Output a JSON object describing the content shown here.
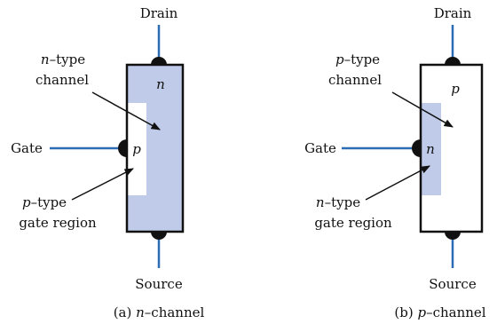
{
  "colors": {
    "wire": "#2a6db5",
    "body_outline": "#111111",
    "shaded": "#bfcbe8",
    "contact": "#111111",
    "arrow": "#111111",
    "background": "#ffffff"
  },
  "panels": {
    "a": {
      "terminal_drain": "Drain",
      "terminal_source": "Source",
      "terminal_gate": "Gate",
      "body_letter": "n",
      "gate_letter": "p",
      "channel_label": {
        "type_letter": "n",
        "type_rest": "–type",
        "line2": "channel"
      },
      "gate_region_label": {
        "type_letter": "p",
        "type_rest": "–type",
        "line2": "gate region"
      },
      "caption": {
        "prefix": "(a) ",
        "type_letter": "n",
        "suffix": "–channel"
      }
    },
    "b": {
      "terminal_drain": "Drain",
      "terminal_source": "Source",
      "terminal_gate": "Gate",
      "body_letter": "p",
      "gate_letter": "n",
      "channel_label": {
        "type_letter": "p",
        "type_rest": "–type",
        "line2": "channel"
      },
      "gate_region_label": {
        "type_letter": "n",
        "type_rest": "–type",
        "line2": "gate region"
      },
      "caption": {
        "prefix": "(b) ",
        "type_letter": "p",
        "suffix": "–channel"
      }
    }
  }
}
